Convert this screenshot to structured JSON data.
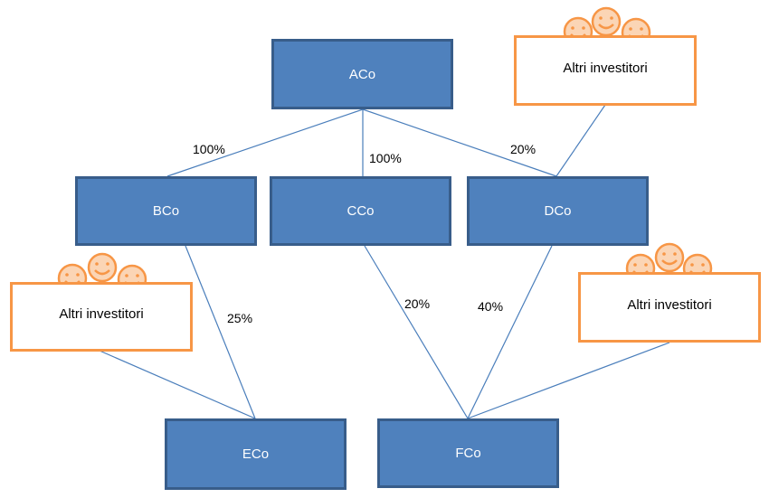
{
  "companies": {
    "aco": "ACo",
    "bco": "BCo",
    "cco": "CCo",
    "dco": "DCo",
    "eco": "ECo",
    "fco": "FCo"
  },
  "investors": {
    "top_right": "Altri investitori",
    "middle_left": "Altri investitori",
    "middle_right": "Altri investitori"
  },
  "stakes": {
    "aco_bco": "100%",
    "aco_cco": "100%",
    "aco_dco": "20%",
    "bco_eco": "25%",
    "cco_fco": "20%",
    "dco_fco": "40%"
  },
  "colors": {
    "company_fill": "#4f81bd",
    "company_border": "#385d8a",
    "investor_border": "#f79646",
    "connector": "#4a7ebb",
    "smiley_fill": "#fbd5b5",
    "smiley_stroke": "#f79646"
  },
  "icons": [
    "smiley-face-icon"
  ]
}
